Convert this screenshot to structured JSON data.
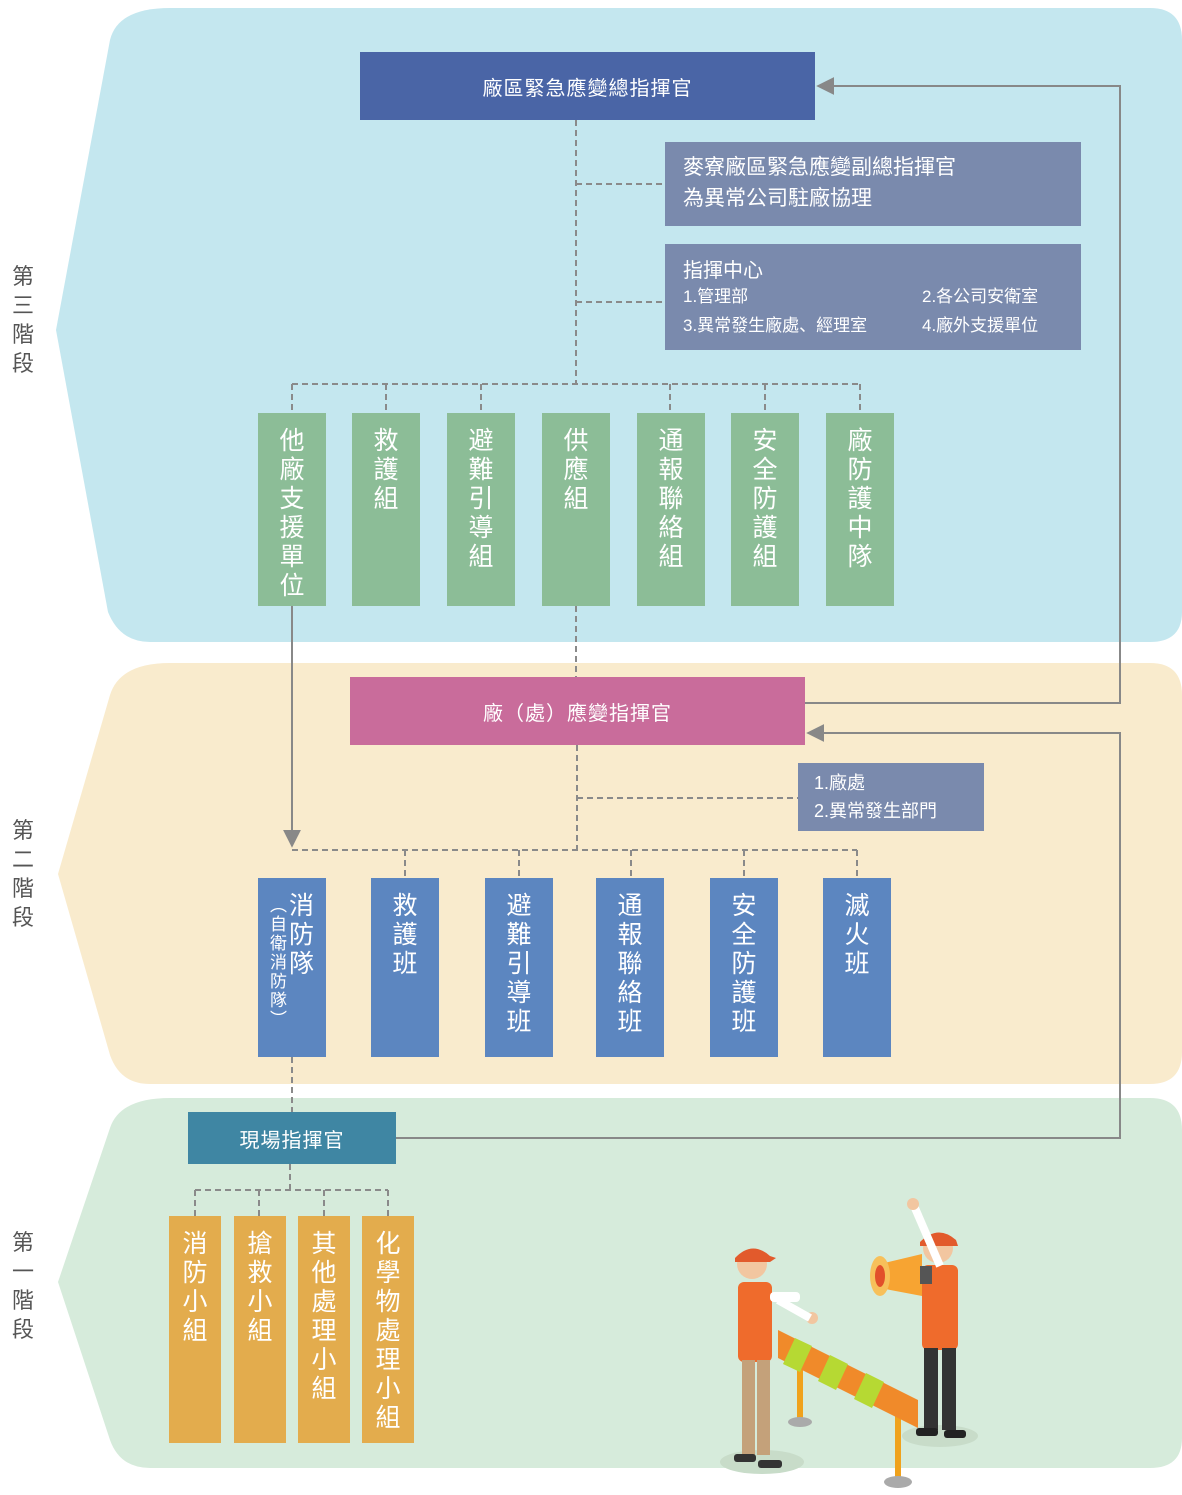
{
  "stages": {
    "third": [
      "第",
      "三",
      "階",
      "段"
    ],
    "second": [
      "第",
      "二",
      "階",
      "段"
    ],
    "first": [
      "第",
      "一",
      "階",
      "段"
    ]
  },
  "top": {
    "commander": "廠區緊急應變總指揮官",
    "deputy_line1": "麥寮廠區緊急應變副總指揮官",
    "deputy_line2": "為異常公司駐廠協理",
    "command_center": {
      "title": "指揮中心",
      "item1": "1.管理部",
      "item2": "2.各公司安衛室",
      "item3": "3.異常發生廠處、經理室",
      "item4": "4.廠外支援單位"
    },
    "groups": [
      [
        "他",
        "廠",
        "支",
        "援",
        "單",
        "位"
      ],
      [
        "救",
        "護",
        "組"
      ],
      [
        "避",
        "難",
        "引",
        "導",
        "組"
      ],
      [
        "供",
        "應",
        "組"
      ],
      [
        "通",
        "報",
        "聯",
        "絡",
        "組"
      ],
      [
        "安",
        "全",
        "防",
        "護",
        "組"
      ],
      [
        "廠",
        "防",
        "護",
        "中",
        "隊"
      ]
    ]
  },
  "middle": {
    "commander": "廠（處）應變指揮官",
    "note_line1": "1.廠處",
    "note_line2": "2.異常發生部門",
    "fire_team_main": [
      "消",
      "防",
      "隊"
    ],
    "fire_team_sub": [
      "︵",
      "自",
      "衛",
      "消",
      "防",
      "隊",
      "︶"
    ],
    "teams": [
      [
        "救",
        "護",
        "班"
      ],
      [
        "避",
        "難",
        "引",
        "導",
        "班"
      ],
      [
        "通",
        "報",
        "聯",
        "絡",
        "班"
      ],
      [
        "安",
        "全",
        "防",
        "護",
        "班"
      ],
      [
        "滅",
        "火",
        "班"
      ]
    ]
  },
  "bottom": {
    "commander": "現場指揮官",
    "squads": [
      [
        "消",
        "防",
        "小",
        "組"
      ],
      [
        "搶",
        "救",
        "小",
        "組"
      ],
      [
        "其",
        "他",
        "處",
        "理",
        "小",
        "組"
      ],
      [
        "化",
        "學",
        "物",
        "處",
        "理",
        "小",
        "組"
      ]
    ]
  },
  "colors": {
    "stage3_bg": "#c4e7ef",
    "stage2_bg": "#f9ebcd",
    "stage1_bg": "#d6ebdb",
    "navy": "#4a65a6",
    "slate": "#7a8aad",
    "green": "#8cbd97",
    "pink": "#c96c9b",
    "blue": "#5c86c0",
    "teal": "#3f86a3",
    "gold": "#e3ac4d"
  },
  "icons": [
    "arrow-icon",
    "worker-illustration",
    "megaphone-icon",
    "barrier-illustration"
  ]
}
